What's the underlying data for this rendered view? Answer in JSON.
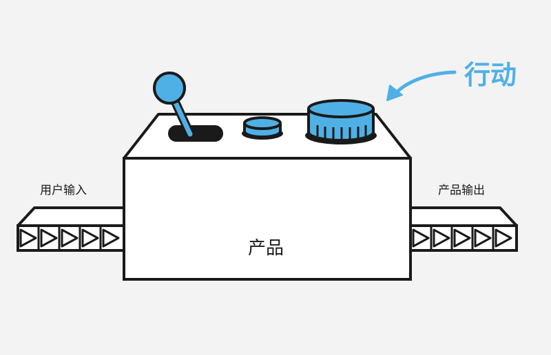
{
  "labels": {
    "user_input": "用户输入",
    "product_output": "产品输出",
    "product": "产品",
    "action": "行动"
  },
  "colors": {
    "background": "#f3f3f3",
    "outline": "#1a1a1a",
    "accent_blue": "#4fb0e6",
    "box_fill": "#ffffff"
  },
  "icons": {
    "lever": "lever-knob",
    "button": "round-button",
    "dial": "rotary-dial",
    "arrow": "curved-arrow",
    "belt_segments": "triangle-arrow-right"
  }
}
